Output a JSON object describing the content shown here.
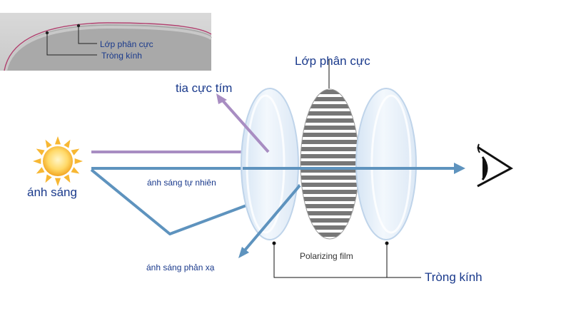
{
  "inset": {
    "polarizing_layer_label": "Lớp phân cực",
    "lens_label": "Tròng kính"
  },
  "labels": {
    "polarizing_layer": "Lớp phân cực",
    "uv_ray": "tia cực tím",
    "sunlight": "ánh sáng",
    "natural_light": "ánh sáng tự nhiên",
    "reflected_light": "ánh sáng phản xạ",
    "polarizing_film": "Polarizing film",
    "lens": "Tròng kính"
  },
  "colors": {
    "uv": "#A88DC2",
    "light": "#5E93BE",
    "label_text": "#1A3A8C",
    "film": "#777777",
    "lens_fill": "#E4EEF8",
    "lens_stroke": "#BFD4EA",
    "sun": "#F7B733"
  },
  "icons": [
    "sun-icon",
    "eye-icon"
  ]
}
